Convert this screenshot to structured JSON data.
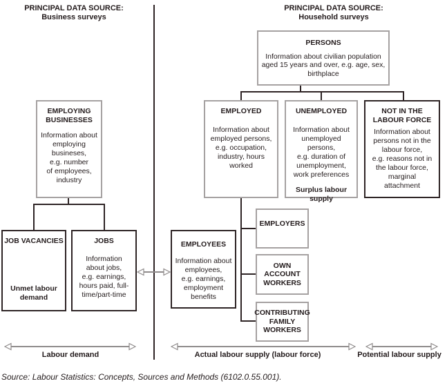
{
  "headers": {
    "left": {
      "line1": "PRINCIPAL DATA SOURCE:",
      "line2": "Business surveys"
    },
    "right": {
      "line1": "PRINCIPAL DATA SOURCE:",
      "line2": "Household surveys"
    }
  },
  "boxes": {
    "persons": {
      "title": "PERSONS",
      "body": "Information about civilian population\naged 15 years and over, e.g. age, sex,\nbirthplace"
    },
    "employing_businesses": {
      "title": "EMPLOYING\nBUSINESSES",
      "body": "Information about\nemploying\nbusineses,\ne.g. number\nof employees,\nindustry"
    },
    "job_vacancies": {
      "title": "JOB VACANCIES",
      "footer": "Unmet labour\ndemand"
    },
    "jobs": {
      "title": "JOBS",
      "body": "Information\nabout jobs,\ne.g. earnings,\nhours paid, full-\ntime/part-time"
    },
    "employed": {
      "title": "EMPLOYED",
      "body": "Information about\nemployed persons,\ne.g. occupation,\nindustry, hours\nworked"
    },
    "unemployed": {
      "title": "UNEMPLOYED",
      "body": "Information about\nunemployed\npersons,\ne.g. duration of\nunemployment,\nwork preferences",
      "footer": "Surplus labour\nsupply"
    },
    "not_in_labour_force": {
      "title": "NOT IN THE\nLABOUR FORCE",
      "body": "Information about\npersons not in the\nlabour force,\ne.g. reasons not in\nthe labour force,\nmarginal\nattachment"
    },
    "employees": {
      "title": "EMPLOYEES",
      "body": "Information about\nemployees,\ne.g. earnings,\nemployment\nbenefits"
    },
    "employers": {
      "title": "EMPLOYERS"
    },
    "own_account_workers": {
      "title": "OWN ACCOUNT\nWORKERS"
    },
    "contributing_family_workers": {
      "title": "CONTRIBUTING\nFAMILY\nWORKERS"
    }
  },
  "axis_labels": {
    "labour_demand": "Labour demand",
    "actual_labour_supply": "Actual labour supply (labour force)",
    "potential_labour_supply": "Potential labour supply"
  },
  "source": "Source: Labour Statistics: Concepts, Sources and Methods (6102.0.55.001).",
  "colors": {
    "box_border_grey": "#a5a1a1",
    "box_border_dark": "#2d2324",
    "connector": "#2d2324",
    "arrow_grey": "#8f8b8b",
    "text": "#231b1c"
  }
}
